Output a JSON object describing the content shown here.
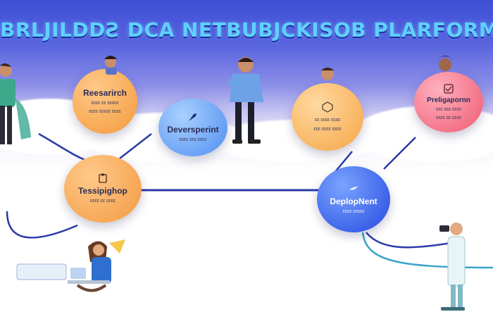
{
  "title": "BRLJILDDƧ DCA NETBUBJCKISOB PLARFORM",
  "nodes": {
    "research": {
      "label": "Reesarirch",
      "sub1": "ɛɛɛɛ ɛɛ ɛɛɛɛɛ",
      "sub2": "ɛɛɛɛ ɛɛɛɛɛ ɛɛɛɛ"
    },
    "development": {
      "label": "Deversperint",
      "sub1": "ɛɛɛɛ ɛɛɛ ɛɛɛɛ"
    },
    "testing": {
      "label": "Tessipighop",
      "sub1": "ɛɛɛɛ ɛɛ ɛɛɛɛ"
    },
    "design": {
      "sub1": "ɛɛ ɛɛɛɛ ɛɛɛɛ",
      "sub2": "ɛɛɛ ɛɛɛɛ ɛɛɛɛ"
    },
    "review": {
      "label": "Preligapornn",
      "sub1": "ɛɛɛ ɛɛɛ ɛɛɛɛ",
      "sub2": "ɛɛɛɛ ɛɛ ɛɛɛɛ"
    },
    "deployment": {
      "label": "DeplopNent",
      "sub1": "ɛɛɛɛ ɛɛɛɛɛ"
    }
  },
  "colors": {
    "orange": "#f7a54a",
    "blue": "#4f8ef0",
    "pink": "#f06478",
    "deep_blue": "#2d5be6",
    "title": "#5fd0ff"
  }
}
